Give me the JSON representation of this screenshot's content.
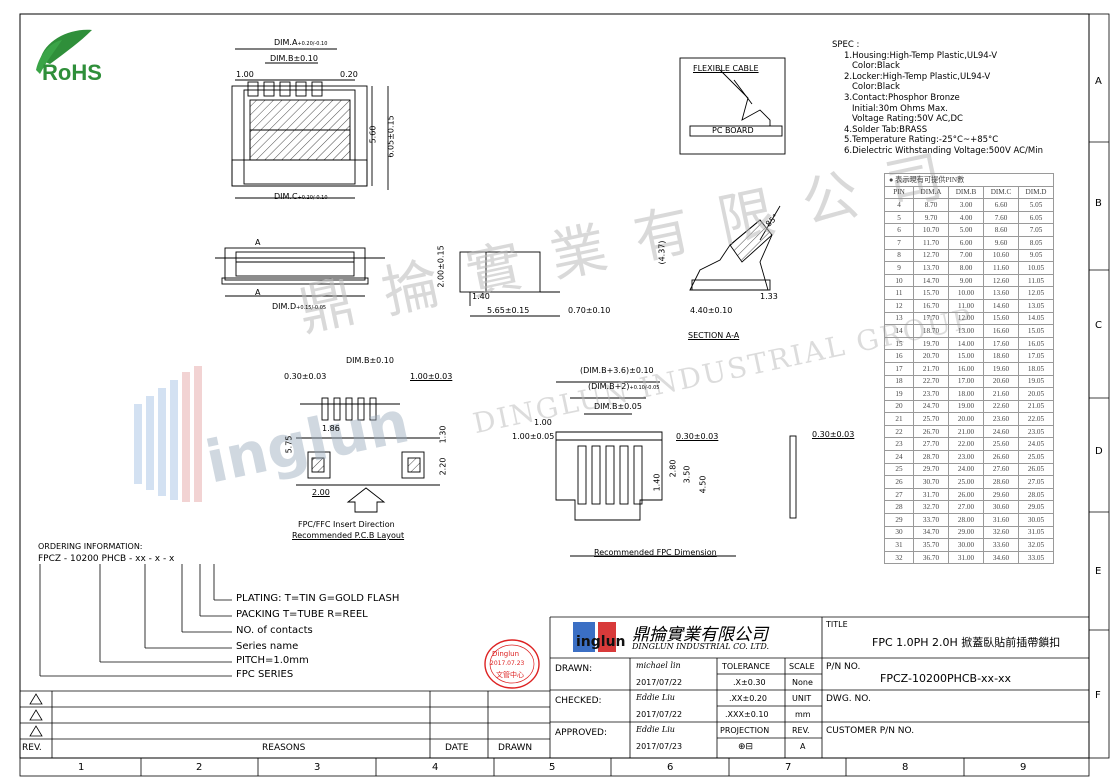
{
  "rohs_logo": "RoHS",
  "spec": {
    "title": "SPEC :",
    "lines": [
      "1.Housing:High-Temp Plastic,UL94-V",
      "Color:Black",
      "2.Locker:High-Temp Plastic,UL94-V",
      "Color:Black",
      "3.Contact:Phosphor Bronze",
      "Initial:30m Ohms Max.",
      "Voltage Rating:50V AC,DC",
      "4.Solder Tab:BRASS",
      "5.Temperature Rating:-25°C~+85°C",
      "6.Dielectric Withstanding Voltage:500V AC/Min"
    ]
  },
  "pin_table": {
    "caption": "● 表示現有可提供PIN數",
    "headers": [
      "PIN",
      "DIM.A",
      "DIM.B",
      "DIM.C",
      "DIM.D"
    ],
    "rows": [
      [
        "4",
        "8.70",
        "3.00",
        "6.60",
        "5.05"
      ],
      [
        "5",
        "9.70",
        "4.00",
        "7.60",
        "6.05"
      ],
      [
        "6",
        "10.70",
        "5.00",
        "8.60",
        "7.05"
      ],
      [
        "7",
        "11.70",
        "6.00",
        "9.60",
        "8.05"
      ],
      [
        "8",
        "12.70",
        "7.00",
        "10.60",
        "9.05"
      ],
      [
        "9",
        "13.70",
        "8.00",
        "11.60",
        "10.05"
      ],
      [
        "10",
        "14.70",
        "9.00",
        "12.60",
        "11.05"
      ],
      [
        "11",
        "15.70",
        "10.00",
        "13.60",
        "12.05"
      ],
      [
        "12",
        "16.70",
        "11.00",
        "14.60",
        "13.05"
      ],
      [
        "13",
        "17.70",
        "12.00",
        "15.60",
        "14.05"
      ],
      [
        "14",
        "18.70",
        "13.00",
        "16.60",
        "15.05"
      ],
      [
        "15",
        "19.70",
        "14.00",
        "17.60",
        "16.05"
      ],
      [
        "16",
        "20.70",
        "15.00",
        "18.60",
        "17.05"
      ],
      [
        "17",
        "21.70",
        "16.00",
        "19.60",
        "18.05"
      ],
      [
        "18",
        "22.70",
        "17.00",
        "20.60",
        "19.05"
      ],
      [
        "19",
        "23.70",
        "18.00",
        "21.60",
        "20.05"
      ],
      [
        "20",
        "24.70",
        "19.00",
        "22.60",
        "21.05"
      ],
      [
        "21",
        "25.70",
        "20.00",
        "23.60",
        "22.05"
      ],
      [
        "22",
        "26.70",
        "21.00",
        "24.60",
        "23.05"
      ],
      [
        "23",
        "27.70",
        "22.00",
        "25.60",
        "24.05"
      ],
      [
        "24",
        "28.70",
        "23.00",
        "26.60",
        "25.05"
      ],
      [
        "25",
        "29.70",
        "24.00",
        "27.60",
        "26.05"
      ],
      [
        "26",
        "30.70",
        "25.00",
        "28.60",
        "27.05"
      ],
      [
        "27",
        "31.70",
        "26.00",
        "29.60",
        "28.05"
      ],
      [
        "28",
        "32.70",
        "27.00",
        "30.60",
        "29.05"
      ],
      [
        "29",
        "33.70",
        "28.00",
        "31.60",
        "30.05"
      ],
      [
        "30",
        "34.70",
        "29.00",
        "32.60",
        "31.05"
      ],
      [
        "31",
        "35.70",
        "30.00",
        "33.60",
        "32.05"
      ],
      [
        "32",
        "36.70",
        "31.00",
        "34.60",
        "33.05"
      ]
    ]
  },
  "dims": {
    "dim_a": "DIM.A",
    "dim_a_tol": "+0.20/-0.10",
    "dim_b_010": "DIM.B±0.10",
    "dim_c": "DIM.C",
    "dim_c_tol": "+0.20/-0.10",
    "dim_d": "DIM.D",
    "dim_d_tol": "+0.15/-0.05",
    "d_100": "1.00",
    "d_020": "0.20",
    "d_560": "5.60",
    "d_605": "6.05±0.15",
    "d_200_015": "2.00±0.15",
    "d_140": "1.40",
    "d_565": "5.65±0.15",
    "d_070": "0.70±0.10",
    "d_437": "(4.37)",
    "d_133": "1.33",
    "d_440": "4.40±0.10",
    "angle_85": "85°",
    "section": "SECTION A-A",
    "flex_cable": "FLEXIBLE CABLE",
    "pc_board": "PC BOARD",
    "label_a": "A",
    "p_030_003": "0.30±0.03",
    "p_dimb": "DIM.B±0.10",
    "p_100_003": "1.00±0.03",
    "p_186": "1.86",
    "p_575": "5.75",
    "p_130": "1.30",
    "p_220": "2.20",
    "p_200": "2.00",
    "pcb_caption_1": "FPC/FFC Insert Direction",
    "pcb_caption_2": "Recommended P.C.B Layout",
    "f_dimb36": "(DIM.B+3.6)±0.10",
    "f_dimb2": "(DIM.B+2)",
    "f_dimb2_tol": "+0.10/-0.05",
    "f_dimb005": "DIM.B±0.05",
    "f_100": "1.00",
    "f_100_005": "1.00±0.05",
    "f_030": "0.30±0.03",
    "f_030b": "0.30±0.03",
    "f_140": "1.40",
    "f_280": "2.80",
    "f_350": "3.50",
    "f_450": "4.50",
    "fpc_caption": "Recommended FPC Dimension"
  },
  "ordering": {
    "title": "ORDERING INFORMATION:",
    "code": "FPCZ - 10200  PHCB - xx - x - x",
    "legend": [
      "PLATING: T=TIN G=GOLD FLASH",
      "PACKING T=TUBE R=REEL",
      "NO. of contacts",
      "Series name",
      "PITCH=1.0mm",
      "FPC SERIES"
    ]
  },
  "watermark": {
    "cn": "鼎 掄 實 業 有 限 公 司",
    "en": "DINGLUN INDUSTRIAL GROUP",
    "brand": "inglun"
  },
  "stamp": {
    "line1": "Dinglun",
    "line2": "2017.07.23",
    "line3": "文管中心"
  },
  "title_block": {
    "company_cn": "鼎掄實業有限公司",
    "company_en": "DINGLUN INDUSTRIAL CO. LTD.",
    "logo_text": "inglun",
    "title_label": "TITLE",
    "title": "FPC 1.0PH 2.0H 掀蓋臥貼前插帶鎖扣",
    "drawn_label": "DRAWN:",
    "drawn_name": "michael lin",
    "drawn_date": "2017/07/22",
    "checked_label": "CHECKED:",
    "checked_name": "Eddie Liu",
    "checked_date": "2017/07/22",
    "approved_label": "APPROVED:",
    "approved_name": "Eddie Liu",
    "approved_date": "2017/07/23",
    "tolerance_label": "TOLERANCE",
    "tol_1": ".X±0.30",
    "tol_2": ".XX±0.20",
    "tol_3": ".XXX±0.10",
    "scale_label": "SCALE",
    "scale": "None",
    "unit_label": "UNIT",
    "unit": "mm",
    "projection_label": "PROJECTION",
    "projection_symbol": "⊕⊟",
    "rev_label": "REV.",
    "rev": "A",
    "pn_label": "P/N NO.",
    "pn": "FPCZ-10200PHCB-xx-xx",
    "dwg_label": "DWG. NO.",
    "customer_label": "CUSTOMER P/N NO."
  },
  "rev_block": {
    "rev": "REV.",
    "reasons": "REASONS",
    "date": "DATE",
    "drawn": "DRAWN"
  },
  "grid": {
    "cols": [
      "1",
      "2",
      "3",
      "4",
      "5",
      "6",
      "7",
      "8",
      "9"
    ],
    "rows": [
      "A",
      "B",
      "C",
      "D",
      "E",
      "F"
    ]
  }
}
